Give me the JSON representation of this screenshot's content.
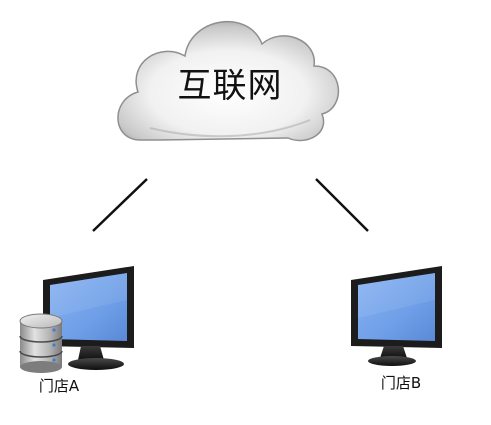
{
  "cloud": {
    "label": "互联网",
    "icon": "cloud-icon"
  },
  "nodes": [
    {
      "label": "门店A",
      "icons": [
        "monitor-icon",
        "database-icon"
      ]
    },
    {
      "label": "门店B",
      "icons": [
        "monitor-icon"
      ]
    }
  ],
  "connections": [
    {
      "from": "cloud",
      "to": "门店A"
    },
    {
      "from": "cloud",
      "to": "门店B"
    }
  ],
  "colors": {
    "screen": "#6f9fe8",
    "bezel": "#1c1c1c",
    "cloud": "#d4d4d4",
    "line": "#111111"
  }
}
